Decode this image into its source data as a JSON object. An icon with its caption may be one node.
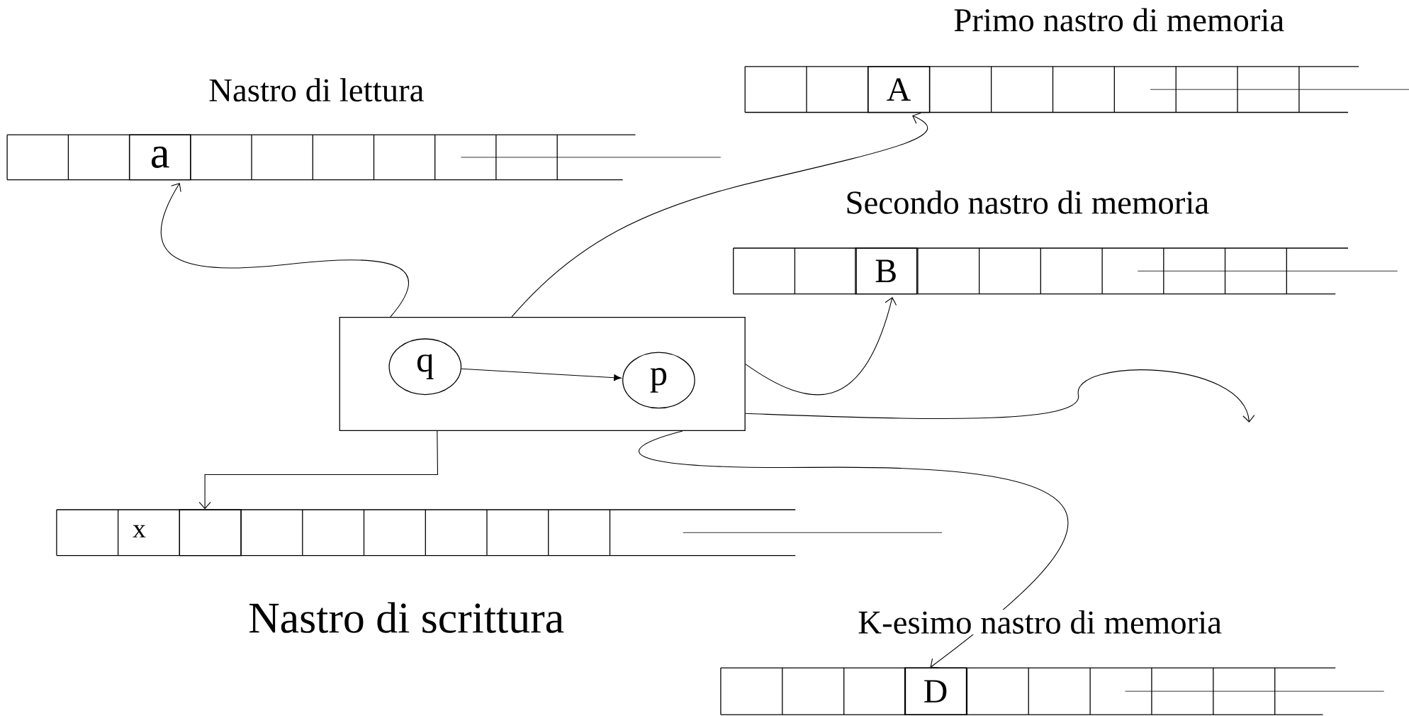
{
  "diagram": {
    "nodes": [
      {
        "text": [],
        "shape": "box"
      },
      {
        "text": [
          "q"
        ],
        "in": 0
      },
      {
        "text": [
          "p"
        ],
        "in": 0
      },
      {
        "text": [
          "a"
        ]
      },
      {
        "text": [
          "A"
        ]
      },
      {
        "text": [
          "B"
        ]
      },
      {
        "text": [
          "D"
        ]
      },
      {
        "text": [],
        "shape": "box"
      }
    ],
    "edges": [
      {
        "from": 1,
        "to": 2,
        "arrow": "to"
      },
      {
        "from": 0,
        "to": 3,
        "arrow": "to"
      },
      {
        "from": 0,
        "to": 4,
        "arrow": "to"
      },
      {
        "from": 0,
        "to": 5,
        "arrow": "to"
      },
      {
        "from": 0,
        "to": null,
        "arrow": "to"
      },
      {
        "from": 0,
        "to": 6,
        "arrow": "to"
      },
      {
        "from": 0,
        "to": 7,
        "arrow": "to"
      }
    ],
    "labels": [
      "Primo nastro di memoria",
      "Nastro di lettura",
      "Secondo nastro di memoria",
      "x",
      "Nastro di scrittura",
      "K-esimo nastro di memoria"
    ]
  }
}
